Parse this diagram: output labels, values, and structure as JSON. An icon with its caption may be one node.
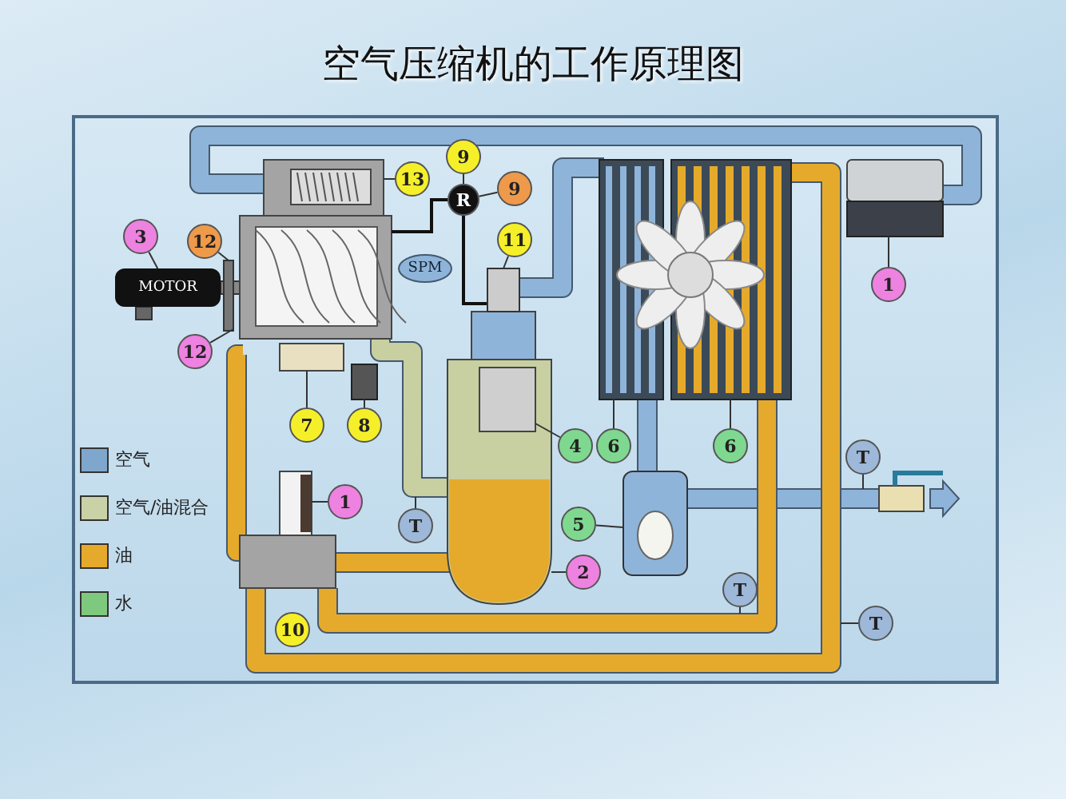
{
  "diagram": {
    "title": "空气压缩机的工作原理图",
    "nodes": [
      {
        "text": [
          "9"
        ]
      },
      {
        "text": [
          "13"
        ]
      },
      {
        "text": [
          "R"
        ]
      },
      {
        "text": [
          "9"
        ]
      },
      {
        "text": [
          "3"
        ]
      },
      {
        "text": [
          "12"
        ]
      },
      {
        "text": [
          "11"
        ]
      },
      {
        "text": [
          "SPM"
        ]
      },
      {
        "text": [
          "MOTOR"
        ]
      },
      {
        "text": [
          "1"
        ]
      },
      {
        "text": [
          "12"
        ]
      },
      {
        "text": [
          "7"
        ]
      },
      {
        "text": [
          "8"
        ]
      },
      {
        "text": [
          "4"
        ]
      },
      {
        "text": [
          "6"
        ]
      },
      {
        "text": [
          "6"
        ]
      },
      {
        "text": [
          "T"
        ]
      },
      {
        "text": [
          "1"
        ]
      },
      {
        "text": [
          "5"
        ]
      },
      {
        "text": [
          "T"
        ]
      },
      {
        "text": [
          "2"
        ]
      },
      {
        "text": [
          "T"
        ]
      },
      {
        "text": [
          "T"
        ]
      },
      {
        "text": [
          "10"
        ]
      }
    ],
    "edges": [
      {
        "from": 0,
        "to": 2,
        "arrow": "none"
      },
      {
        "from": 2,
        "to": 3,
        "arrow": "none"
      },
      {
        "from": 1,
        "to": null,
        "arrow": "none"
      },
      {
        "from": 4,
        "to": 8,
        "arrow": "none"
      },
      {
        "from": 5,
        "to": null,
        "arrow": "none"
      },
      {
        "from": 6,
        "to": null,
        "arrow": "none"
      },
      {
        "from": 9,
        "to": null,
        "arrow": "none"
      },
      {
        "from": 10,
        "to": null,
        "arrow": "none"
      },
      {
        "from": 11,
        "to": null,
        "arrow": "none"
      },
      {
        "from": 12,
        "to": null,
        "arrow": "none"
      },
      {
        "from": 13,
        "to": null,
        "arrow": "none"
      },
      {
        "from": 14,
        "to": null,
        "arrow": "none"
      },
      {
        "from": 15,
        "to": null,
        "arrow": "none"
      },
      {
        "from": 16,
        "to": null,
        "arrow": "none"
      },
      {
        "from": 17,
        "to": null,
        "arrow": "none"
      },
      {
        "from": 18,
        "to": null,
        "arrow": "none"
      },
      {
        "from": 19,
        "to": null,
        "arrow": "none"
      },
      {
        "from": 20,
        "to": null,
        "arrow": "none"
      },
      {
        "from": 21,
        "to": null,
        "arrow": "none"
      },
      {
        "from": 22,
        "to": null,
        "arrow": "none"
      }
    ],
    "legend": [
      {
        "text": "空气",
        "color": "#7fa6cc"
      },
      {
        "text": "空气/油混合",
        "color": "#c9d1a6"
      },
      {
        "text": "油",
        "color": "#e5aa2c"
      },
      {
        "text": "水",
        "color": "#7fc97f"
      }
    ]
  }
}
